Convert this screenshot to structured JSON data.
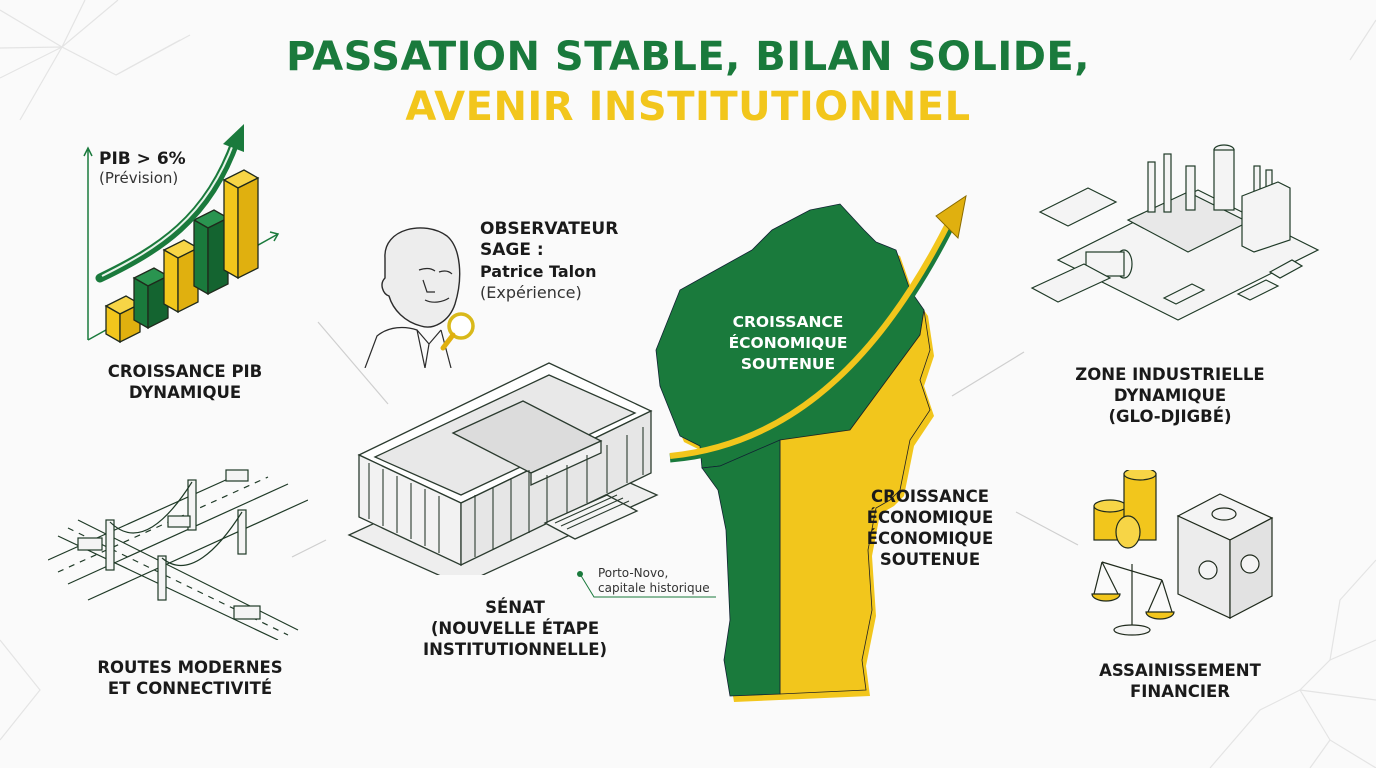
{
  "title": {
    "line1": "PASSATION STABLE, BILAN SOLIDE,",
    "line2": "AVENIR INSTITUTIONNEL"
  },
  "colors": {
    "green": "#1a7a3c",
    "yellow": "#f2c61c",
    "dark_text": "#1a1a1a",
    "background": "#fafafa",
    "line_art": "#2b4a36"
  },
  "pib_chart": {
    "annotation_main": "PIB > 6%",
    "annotation_sub": "(Prévision)",
    "label_line1": "CROISSANCE PIB",
    "label_line2": "DYNAMIQUE",
    "icon": "rising-bar-chart-icon"
  },
  "observer": {
    "line1": "OBSERVATEUR",
    "line2": "SAGE :",
    "name": "Patrice Talon",
    "note": "(Expérience)",
    "icon": "portrait-with-magnifier-icon"
  },
  "map": {
    "label_line1": "CROISSANCE",
    "label_line2": "ÉCONOMIQUE",
    "label_line3": "SOUTENUE",
    "icon": "benin-map-icon"
  },
  "industrial_zone": {
    "label_line1": "ZONE INDUSTRIELLE",
    "label_line2": "DYNAMIQUE",
    "label_line3": "(GLO-DJIGBÉ)",
    "icon": "factory-port-icon"
  },
  "roads": {
    "label_line1": "ROUTES MODERNES",
    "label_line2": "ET CONNECTIVITÉ",
    "icon": "highway-interchange-icon"
  },
  "senate": {
    "label_line1": "SÉNAT",
    "label_line2": "(NOUVELLE ÉTAPE",
    "label_line3": "INSTITUTIONNELLE)",
    "callout_line1": "Porto-Novo,",
    "callout_line2": "capitale historique",
    "icon": "senate-building-icon"
  },
  "growth_repeat": {
    "line1": "CROISSANCE",
    "line2": "ÉCONOMIQUE",
    "line3": "ÉCONOMIQUE",
    "line4": "SOUTENUE"
  },
  "finance": {
    "label_line1": "ASSAINISSEMENT",
    "label_line2": "FINANCIER",
    "icon": "coins-scale-safe-icon"
  }
}
